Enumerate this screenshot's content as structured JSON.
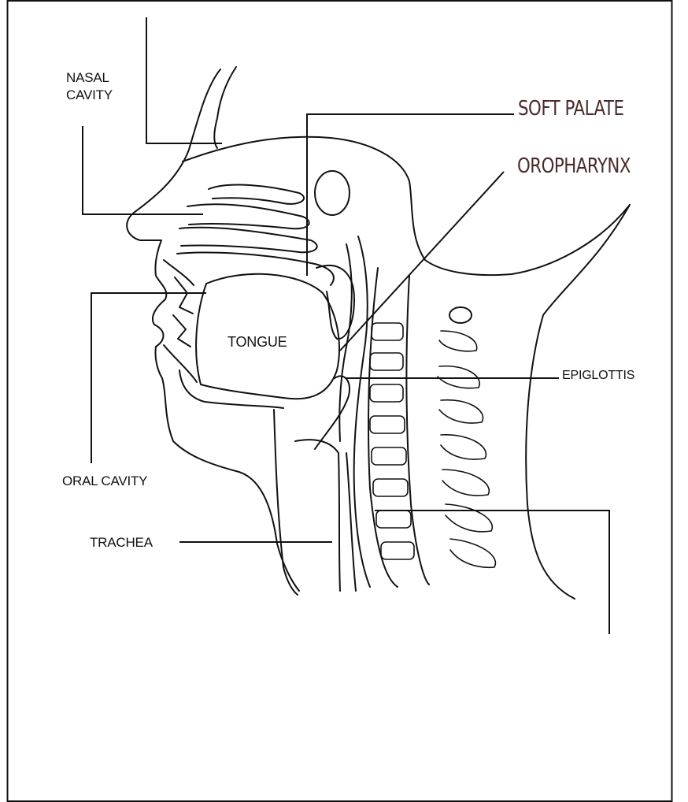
{
  "labels": {
    "nasal_cavity": [
      "NASAL",
      "CAVITY"
    ],
    "soft_palate": "SOFT PALATE",
    "oropharynx": "OROPHARYNX",
    "tongue": "TONGUE",
    "epiglottis": "EPIGLOTTIS",
    "oral_cavity": "ORAL CAVITY",
    "trachea": "TRACHEA"
  },
  "colors": {
    "line": "#111111",
    "accent_label": "#4a2a2a",
    "background": "#ffffff"
  }
}
